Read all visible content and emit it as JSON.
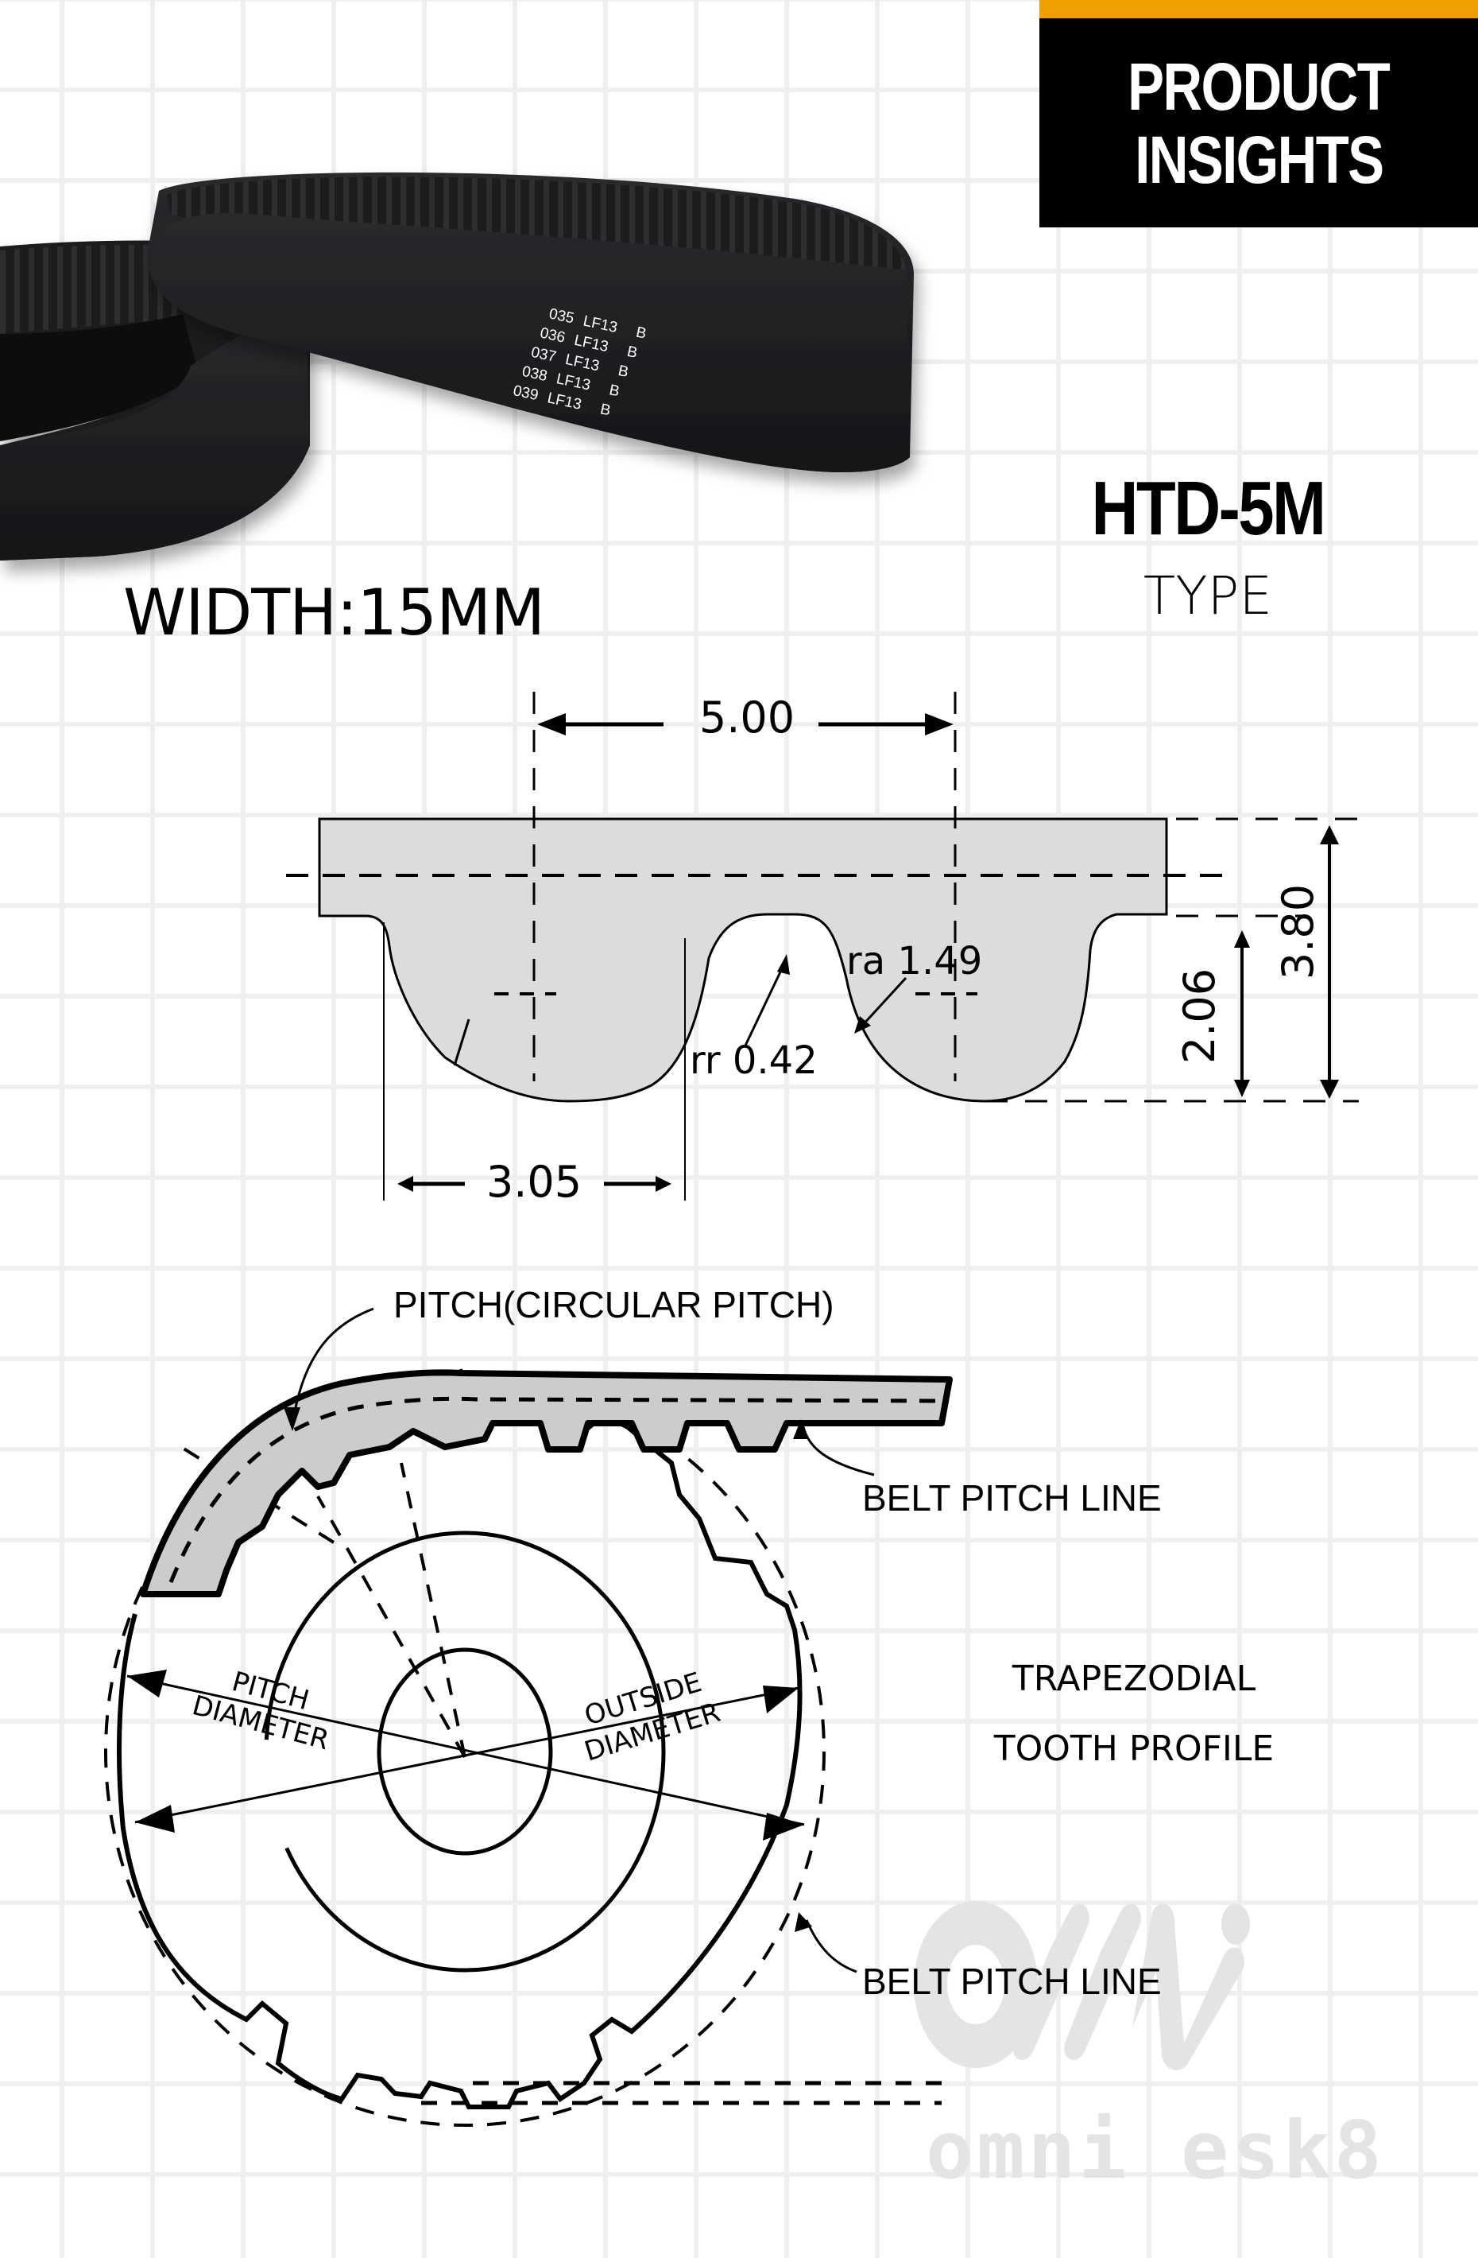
{
  "badge": {
    "line1": "PRODUCT",
    "line2": "INSIGHTS",
    "accent_color": "#f09e00",
    "background_color": "#000000"
  },
  "product_photo": {
    "description": "Two black timing belts",
    "belt_markings": [
      {
        "code": "035",
        "lot": "LF13",
        "grade": "B"
      },
      {
        "code": "036",
        "lot": "LF13",
        "grade": "B"
      },
      {
        "code": "037",
        "lot": "LF13",
        "grade": "B"
      },
      {
        "code": "038",
        "lot": "LF13",
        "grade": "B"
      },
      {
        "code": "039",
        "lot": "LF13",
        "grade": "B"
      }
    ]
  },
  "type_block": {
    "model": "HTD-5M",
    "label": "TYPE"
  },
  "width_label": "WIDTH:15MM",
  "profile_diagram": {
    "pitch": "5.00",
    "tooth_width": "3.05",
    "tooth_height": "2.06",
    "total_height": "3.80",
    "addendum_radius": "ra 1.49",
    "root_radius": "rr 0.42",
    "fill_color": "#dcdcdc"
  },
  "pulley_diagram": {
    "labels": {
      "circular_pitch": "PITCH(CIRCULAR PITCH)",
      "belt_pitch_line_top": "BELT PITCH LINE",
      "belt_pitch_line_bottom": "BELT PITCH LINE",
      "pitch_diameter_line1": "PITCH",
      "pitch_diameter_line2": "DIAMETER",
      "outside_diameter_line1": "OUTSIDE",
      "outside_diameter_line2": "DIAMETER",
      "profile_line1": "TRAPEZODIAL",
      "profile_line2": "TOOTH PROFILE"
    },
    "belt_fill_color": "#cccccc"
  },
  "watermark": {
    "logo": "omni-logo",
    "text": "omni esk8",
    "color": "#e4e4e4"
  }
}
